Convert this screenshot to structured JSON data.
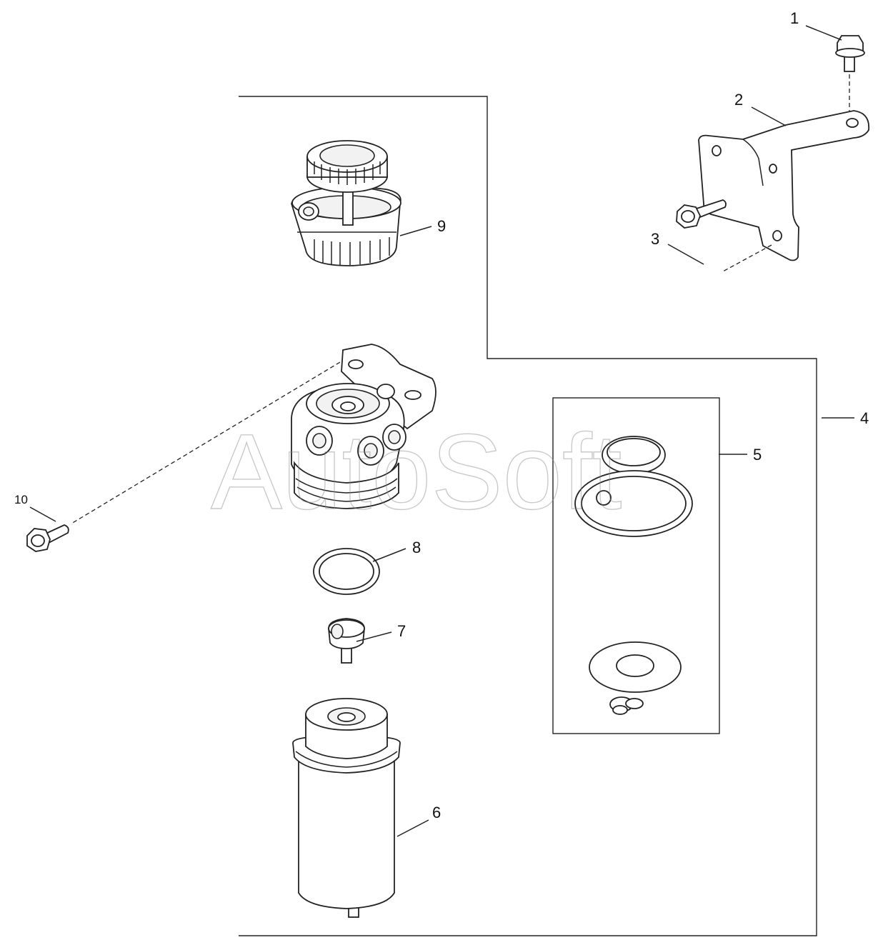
{
  "watermark": "AutoSoft",
  "callouts": {
    "c1": "1",
    "c2": "2",
    "c3": "3",
    "c4": "4",
    "c5": "5",
    "c6": "6",
    "c7": "7",
    "c8": "8",
    "c9": "9",
    "c10": "10"
  }
}
